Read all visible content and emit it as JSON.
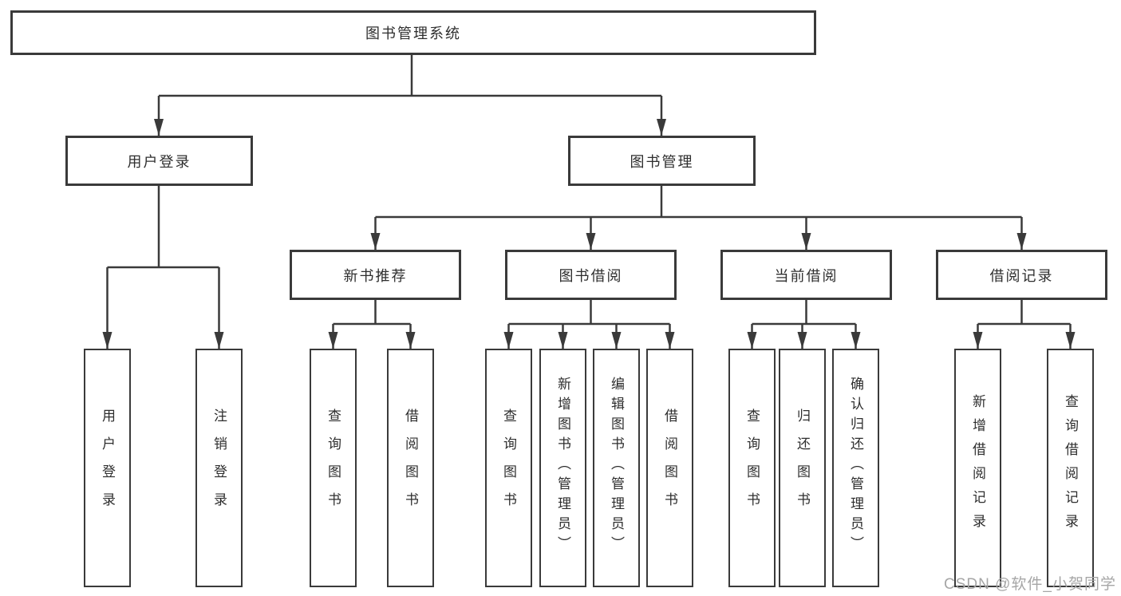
{
  "tree": {
    "root": {
      "label": "图书管理系统"
    },
    "children": [
      {
        "label": "用户登录",
        "children": [
          "用户登录",
          "注销登录"
        ]
      },
      {
        "label": "图书管理",
        "children": [
          {
            "label": "新书推荐",
            "children": [
              "查询图书",
              "借阅图书"
            ]
          },
          {
            "label": "图书借阅",
            "children": [
              "查询图书",
              "新增图书（管理员）",
              "编辑图书（管理员）",
              "借阅图书"
            ]
          },
          {
            "label": "当前借阅",
            "children": [
              "查询图书",
              "归还图书",
              "确认归还（管理员）"
            ]
          },
          {
            "label": "借阅记录",
            "children": [
              "新增借阅记录",
              "查询借阅记录"
            ]
          }
        ]
      }
    ]
  },
  "watermark": {
    "text": "CSDN @软件_小贺同学"
  },
  "colors": {
    "line": "#3a3a3a",
    "text": "#2e2e2e",
    "box_fill": "#ffffff",
    "background": "#ffffff",
    "watermark": "#a6a6a6"
  }
}
